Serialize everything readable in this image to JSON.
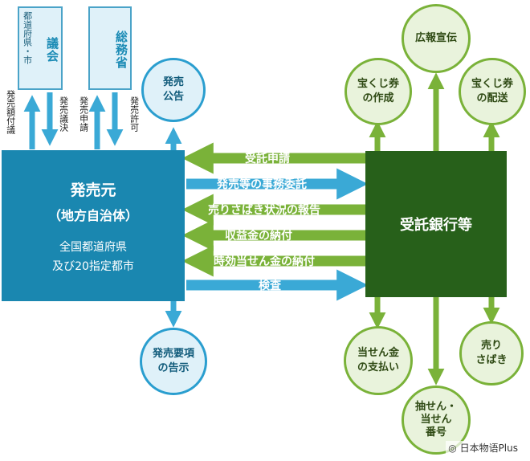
{
  "top_boxes": {
    "council_label": "議会",
    "council_side": "都道府県・市",
    "ministry_label": "総務省"
  },
  "arrow_texts": {
    "amount_resolution": "発売額付議",
    "sales_resolution": "発売議決",
    "sales_application": "発売申請",
    "sales_permission": "発売許可"
  },
  "issuer": {
    "title": "発売元",
    "subtitle": "（地方自治体）",
    "desc_line1": "全国都道府県",
    "desc_line2": "及び20指定都市"
  },
  "bank": {
    "title": "受託銀行等"
  },
  "center_arrows": [
    "受託申請",
    "発売等の事務委託",
    "売りさばき状況の報告",
    "収益金の納付",
    "時効当せん金の納付",
    "検査"
  ],
  "blue_circles": {
    "announcement": "発売\n公告",
    "notice": "発売要項\nの告示"
  },
  "green_circles": {
    "advertising": "広報宣伝",
    "ticket_making": "宝くじ券\nの作成",
    "ticket_delivery": "宝くじ券\nの配送",
    "prize_payment": "当せん金\nの支払い",
    "drawing": "抽せん・\n当せん\n番号",
    "sales": "売り\nさばき"
  },
  "watermark": "日本物语Plus",
  "colors": {
    "blue": "#1b8bb5",
    "light_blue": "#dff1f9",
    "green": "#5a9a21",
    "dark_green": "#2f6a12",
    "light_green": "#e9f3dc"
  }
}
